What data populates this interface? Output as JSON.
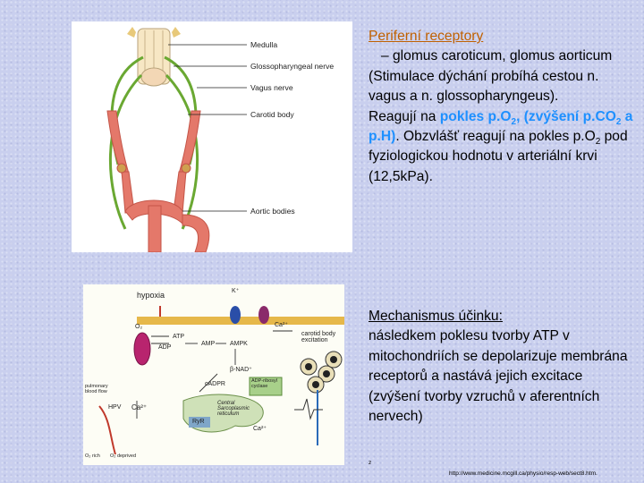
{
  "figure1": {
    "labels": {
      "medulla": "Medulla",
      "glosso": "Glossopharyngeal nerve",
      "vagus": "Vagus nerve",
      "carotid": "Carotid body",
      "aortic": "Aortic bodies"
    }
  },
  "figure2": {
    "labels": {
      "hypoxia": "hypoxia",
      "k": "K⁺",
      "o2": "O₂",
      "atp": "ATP",
      "adp": "ADP",
      "amp": "AMP",
      "ampk": "AMPK",
      "ca": "Ca²⁺",
      "carotid_exc": "carotid body excitation",
      "bnad": "β-NAD⁺",
      "cadpr": "cADPR",
      "adp_ribosyl": "ADP-ribosyl cyclase",
      "central": "Central Sarcoplasmic reticulum",
      "ryr": "RyR",
      "pulmonary": "pulmonary blood flow",
      "hpv": "HPV",
      "ca2": "Ca²⁺",
      "ca3": "Ca²⁺",
      "o2_rich": "O₂ rich",
      "o2_dep": "O₂ deprived"
    }
  },
  "text": {
    "heading1": "Periferní receptory",
    "p1_line1": "– glomus caroticum, glomus aorticum",
    "p1_line2": "(Stimulace dýchání probíhá cestou n. vagus a n. glossopharyngeus).",
    "p1_line3a": "Reagují na ",
    "p1_blue1": "pokles p.O",
    "p1_blue1_sub": "2",
    "p1_blue2": ", (zvýšení p.CO",
    "p1_blue2_sub": "2",
    "p1_blue3": " a p.H)",
    "p1_line3b": ". Obzvlášť reagují na pokles p.O",
    "p1_line3b_sub": "2",
    "p1_line3c": " pod fyziologickou hodnotu v arteriální krvi (12,5kPa).",
    "heading2": "Mechanismus účinku:",
    "p2": "následkem poklesu tvorby ATP v mitochondriích se depolarizuje membrána receptorů a nastává jejich excitace (zvýšení tvorby vzruchů v aferentních nervech)",
    "source_prefix": "z",
    "source_url": "http://www.medicine.mcgill.ca/physio/resp-web/sect8.htm."
  }
}
